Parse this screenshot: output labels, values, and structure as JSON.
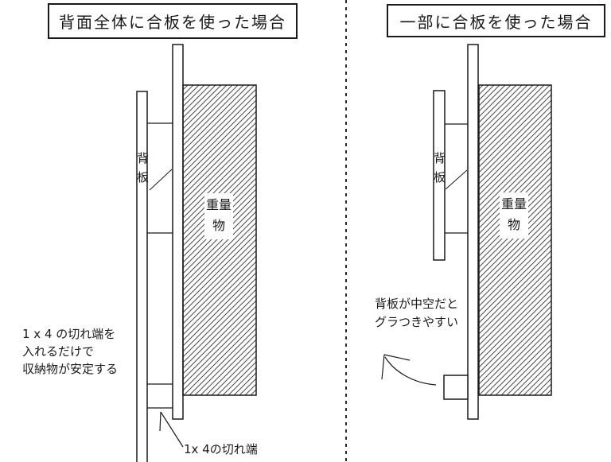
{
  "colors": {
    "line": "#1a1a1a",
    "hatch": "#4a4a4a",
    "background": "#ffffff"
  },
  "left_panel": {
    "title": "背面全体に合板を使った場合",
    "back_board_label": "背板",
    "heavy_object_label": "重量物",
    "note_lines": [
      "1 x 4 の切れ端を",
      "入れるだけで",
      "収納物が安定する"
    ],
    "offcut_label": "1x 4の切れ端"
  },
  "right_panel": {
    "title": "一部に合板を使った場合",
    "back_board_label": "背板",
    "heavy_object_label": "重量物",
    "note_lines": [
      "背板が中空だと",
      "グラつきやすい"
    ]
  }
}
